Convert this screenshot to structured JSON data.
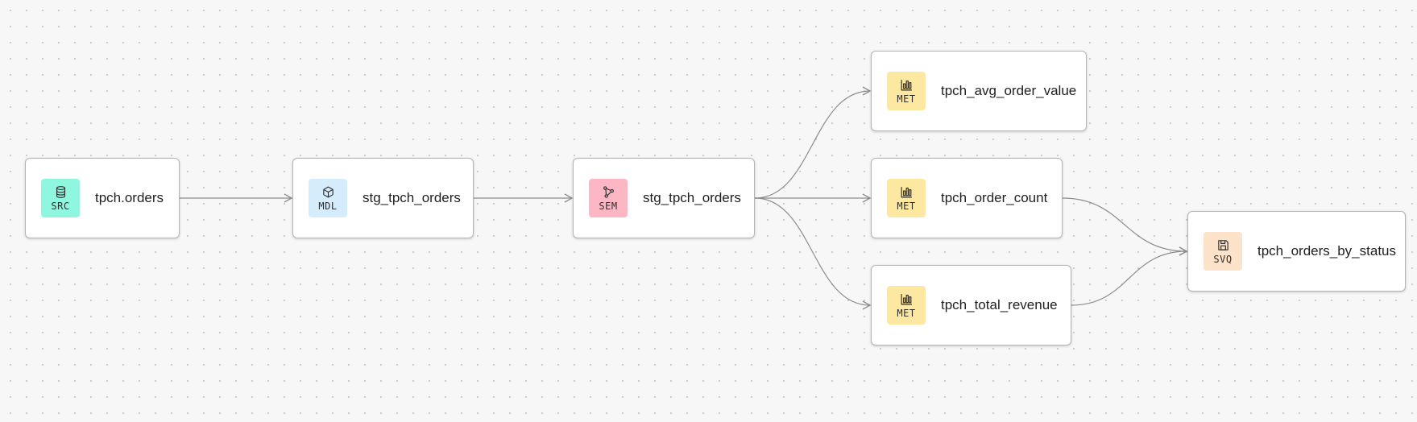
{
  "colors": {
    "SRC": "#8ff7df",
    "MDL": "#d5ecfd",
    "SEM": "#fdb7c4",
    "MET": "#fde8a1",
    "SVQ": "#fbe2c9",
    "edge": "#8c8c8c"
  },
  "nodes": [
    {
      "id": "src",
      "kind": "SRC",
      "icon": "database-icon",
      "label": "tpch.orders"
    },
    {
      "id": "mdl",
      "kind": "MDL",
      "icon": "cube-icon",
      "label": "stg_tpch_orders"
    },
    {
      "id": "sem",
      "kind": "SEM",
      "icon": "graph-nodes-icon",
      "label": "stg_tpch_orders"
    },
    {
      "id": "avg",
      "kind": "MET",
      "icon": "bar-chart-icon",
      "label": "tpch_avg_order_value"
    },
    {
      "id": "cnt",
      "kind": "MET",
      "icon": "bar-chart-icon",
      "label": "tpch_order_count"
    },
    {
      "id": "rev",
      "kind": "MET",
      "icon": "bar-chart-icon",
      "label": "tpch_total_revenue"
    },
    {
      "id": "svq",
      "kind": "SVQ",
      "icon": "save-icon",
      "label": "tpch_orders_by_status"
    }
  ],
  "edges": [
    {
      "from": "src",
      "to": "mdl"
    },
    {
      "from": "mdl",
      "to": "sem"
    },
    {
      "from": "sem",
      "to": "avg"
    },
    {
      "from": "sem",
      "to": "cnt"
    },
    {
      "from": "sem",
      "to": "rev"
    },
    {
      "from": "cnt",
      "to": "svq"
    },
    {
      "from": "rev",
      "to": "svq"
    }
  ]
}
